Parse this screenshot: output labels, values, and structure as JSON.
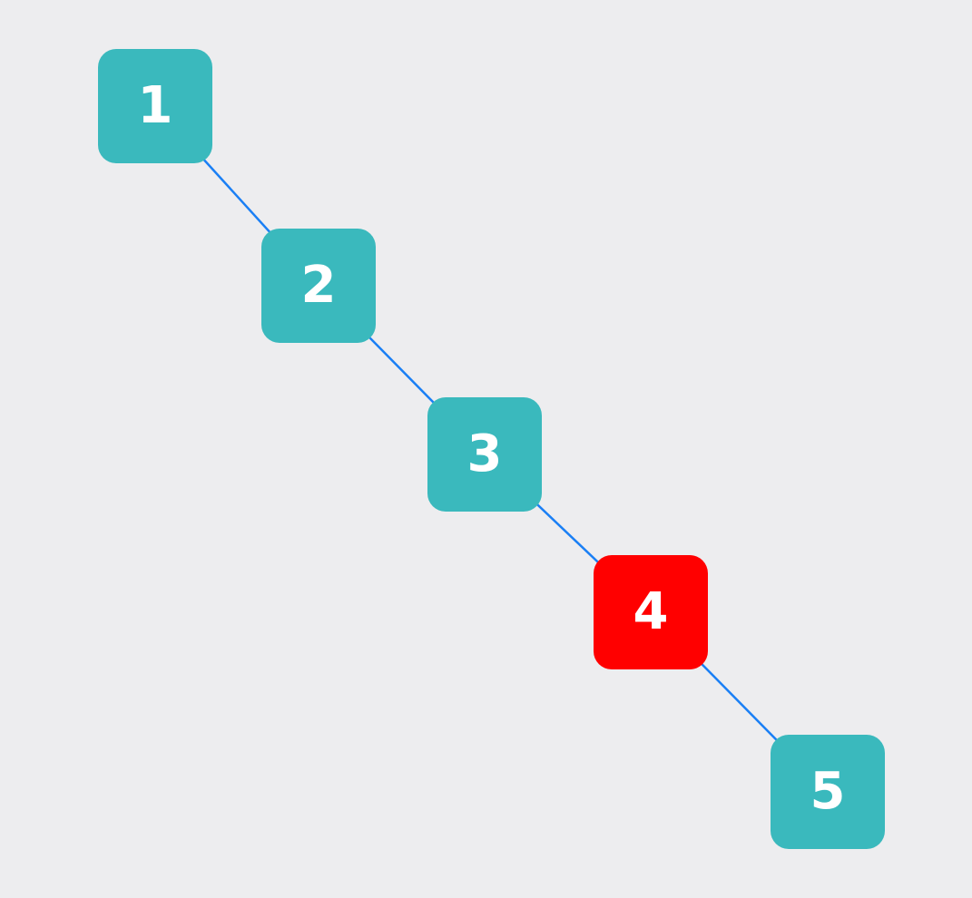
{
  "colors": {
    "background": "#ededef",
    "node": "#3ab9bd",
    "highlight": "#ff0000",
    "edge": "#1a7ff5",
    "label": "#ffffff"
  },
  "nodes": [
    {
      "id": "1",
      "label": "1",
      "highlighted": false
    },
    {
      "id": "2",
      "label": "2",
      "highlighted": false
    },
    {
      "id": "3",
      "label": "3",
      "highlighted": false
    },
    {
      "id": "4",
      "label": "4",
      "highlighted": true
    },
    {
      "id": "5",
      "label": "5",
      "highlighted": false
    }
  ],
  "edges": [
    {
      "from": "1",
      "to": "2"
    },
    {
      "from": "2",
      "to": "3"
    },
    {
      "from": "3",
      "to": "4"
    },
    {
      "from": "4",
      "to": "5"
    }
  ]
}
